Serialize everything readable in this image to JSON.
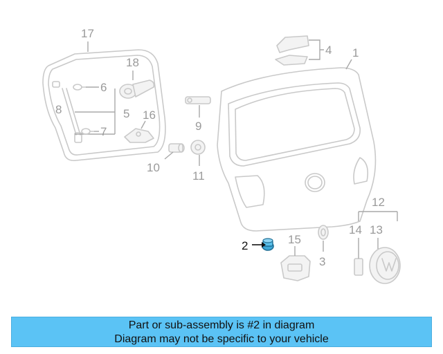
{
  "diagram": {
    "labels": {
      "p1": "1",
      "p2": "2",
      "p3": "3",
      "p4": "4",
      "p5": "5",
      "p6": "6",
      "p7": "7",
      "p8": "8",
      "p9": "9",
      "p10": "10",
      "p11": "11",
      "p12": "12",
      "p13": "13",
      "p14": "14",
      "p15": "15",
      "p16": "16",
      "p17": "17",
      "p18": "18"
    },
    "highlight_color": "#3fa9d8"
  },
  "banner": {
    "line1": "Part or sub-assembly is #2 in diagram",
    "line2": "Diagram may not be specific to your vehicle",
    "color": "#5bc3f5"
  }
}
